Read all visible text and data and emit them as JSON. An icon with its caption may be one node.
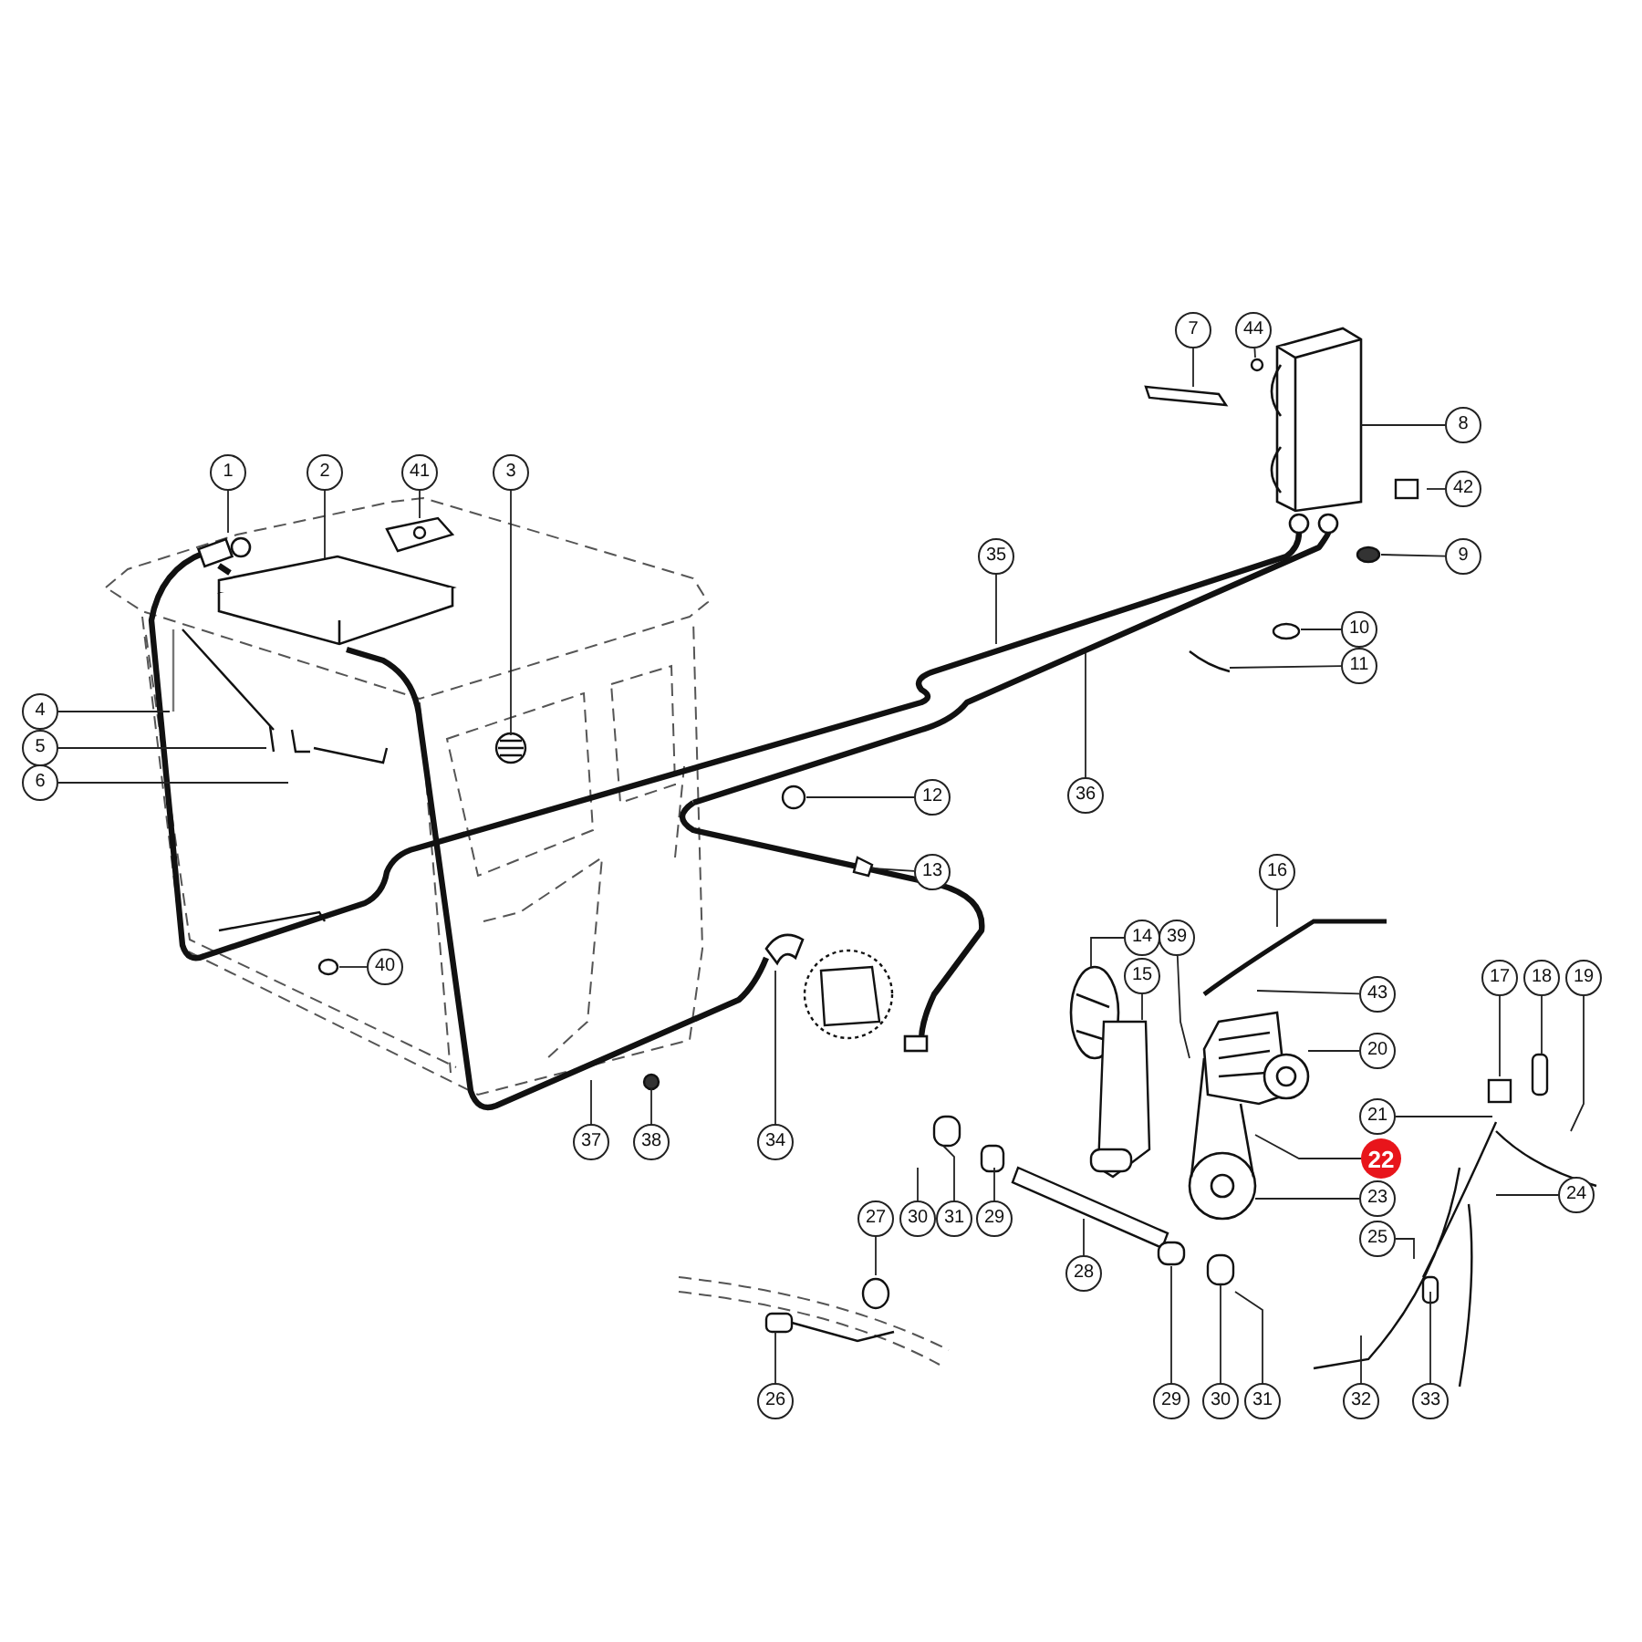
{
  "diagram": {
    "nodes": [
      {
        "text": [
          "7"
        ]
      },
      {
        "text": [
          "44"
        ]
      },
      {
        "text": [
          "8"
        ]
      },
      {
        "text": [
          "1"
        ]
      },
      {
        "text": [
          "2"
        ]
      },
      {
        "text": [
          "41"
        ]
      },
      {
        "text": [
          "3"
        ]
      },
      {
        "text": [
          "42"
        ]
      },
      {
        "text": [
          "9"
        ]
      },
      {
        "text": [
          "35"
        ]
      },
      {
        "text": [
          "10"
        ]
      },
      {
        "text": [
          "11"
        ]
      },
      {
        "text": [
          "4"
        ]
      },
      {
        "text": [
          "5"
        ]
      },
      {
        "text": [
          "6"
        ]
      },
      {
        "text": [
          "12"
        ]
      },
      {
        "text": [
          "36"
        ]
      },
      {
        "text": [
          "13"
        ]
      },
      {
        "text": [
          "16"
        ]
      },
      {
        "text": [
          "14"
        ]
      },
      {
        "text": [
          "39"
        ]
      },
      {
        "text": [
          "43"
        ]
      },
      {
        "text": [
          "15"
        ]
      },
      {
        "text": [
          "20"
        ]
      },
      {
        "text": [
          "17"
        ]
      },
      {
        "text": [
          "18"
        ]
      },
      {
        "text": [
          "19"
        ]
      },
      {
        "text": [
          "40"
        ]
      },
      {
        "text": [
          "21"
        ]
      },
      {
        "text": [
          "22"
        ]
      },
      {
        "text": [
          "23"
        ]
      },
      {
        "text": [
          "24"
        ]
      },
      {
        "text": [
          "37"
        ]
      },
      {
        "text": [
          "38"
        ]
      },
      {
        "text": [
          "34"
        ]
      },
      {
        "text": [
          "30"
        ]
      },
      {
        "text": [
          "31"
        ]
      },
      {
        "text": [
          "29"
        ]
      },
      {
        "text": [
          "27"
        ]
      },
      {
        "text": [
          "25"
        ]
      },
      {
        "text": [
          "28"
        ]
      },
      {
        "text": [
          "26"
        ]
      },
      {
        "text": [
          "29"
        ]
      },
      {
        "text": [
          "30"
        ]
      },
      {
        "text": [
          "31"
        ]
      },
      {
        "text": [
          "32"
        ]
      },
      {
        "text": [
          "33"
        ]
      },
      {
        "text": [],
        "shape": "box"
      },
      {
        "text": [],
        "shape": "box"
      },
      {
        "text": [],
        "shape": "box"
      },
      {
        "text": [],
        "shape": "circle"
      },
      {
        "text": [],
        "shape": "circle"
      }
    ],
    "edges": [
      {
        "from": 0,
        "to": null,
        "arrow": "none"
      },
      {
        "from": 1,
        "to": null,
        "arrow": "none"
      },
      {
        "from": 2,
        "to": 48,
        "arrow": "none"
      },
      {
        "from": 3,
        "to": null,
        "arrow": "none"
      },
      {
        "from": 4,
        "to": 47,
        "arrow": "none"
      },
      {
        "from": 5,
        "to": null,
        "arrow": "none"
      },
      {
        "from": 6,
        "to": null,
        "arrow": "none"
      },
      {
        "from": 7,
        "to": null,
        "arrow": "none"
      },
      {
        "from": 8,
        "to": null,
        "arrow": "none"
      },
      {
        "from": 9,
        "to": null,
        "arrow": "none"
      },
      {
        "from": 10,
        "to": null,
        "arrow": "none"
      },
      {
        "from": 11,
        "to": null,
        "arrow": "none"
      },
      {
        "from": 12,
        "to": null,
        "arrow": "none"
      },
      {
        "from": 13,
        "to": null,
        "arrow": "none"
      },
      {
        "from": 14,
        "to": null,
        "arrow": "none"
      },
      {
        "from": 15,
        "to": null,
        "arrow": "none"
      },
      {
        "from": 16,
        "to": null,
        "arrow": "none"
      },
      {
        "from": 17,
        "to": null,
        "arrow": "none"
      },
      {
        "from": 18,
        "to": null,
        "arrow": "none"
      },
      {
        "from": 19,
        "to": 51,
        "arrow": "none"
      },
      {
        "from": 20,
        "to": 50,
        "arrow": "none"
      },
      {
        "from": 21,
        "to": null,
        "arrow": "none"
      },
      {
        "from": 22,
        "to": null,
        "arrow": "none"
      },
      {
        "from": 23,
        "to": 49,
        "arrow": "none"
      },
      {
        "from": 24,
        "to": null,
        "arrow": "none"
      },
      {
        "from": 25,
        "to": null,
        "arrow": "none"
      },
      {
        "from": 26,
        "to": null,
        "arrow": "none"
      },
      {
        "from": 27,
        "to": null,
        "arrow": "none"
      },
      {
        "from": 28,
        "to": null,
        "arrow": "none"
      },
      {
        "from": 29,
        "to": 50,
        "arrow": "none"
      },
      {
        "from": 30,
        "to": 50,
        "arrow": "none"
      },
      {
        "from": 31,
        "to": null,
        "arrow": "none"
      },
      {
        "from": 32,
        "to": null,
        "arrow": "none"
      },
      {
        "from": 33,
        "to": null,
        "arrow": "none"
      },
      {
        "from": 34,
        "to": null,
        "arrow": "none"
      },
      {
        "from": 35,
        "to": null,
        "arrow": "none"
      },
      {
        "from": 36,
        "to": null,
        "arrow": "none"
      },
      {
        "from": 37,
        "to": null,
        "arrow": "none"
      },
      {
        "from": 38,
        "to": null,
        "arrow": "none"
      },
      {
        "from": 39,
        "to": null,
        "arrow": "none"
      },
      {
        "from": 40,
        "to": null,
        "arrow": "none"
      },
      {
        "from": 41,
        "to": null,
        "arrow": "none"
      },
      {
        "from": 42,
        "to": null,
        "arrow": "none"
      },
      {
        "from": 43,
        "to": null,
        "arrow": "none"
      },
      {
        "from": 44,
        "to": null,
        "arrow": "none"
      },
      {
        "from": 45,
        "to": null,
        "arrow": "none"
      },
      {
        "from": 46,
        "to": null,
        "arrow": "none"
      }
    ]
  }
}
